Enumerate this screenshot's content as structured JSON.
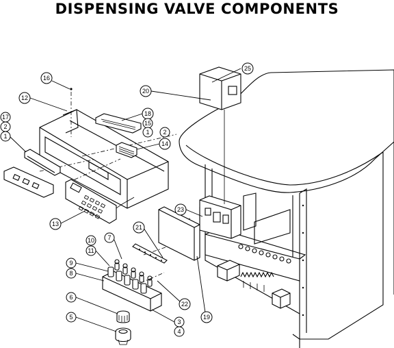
{
  "title": "DISPENSING VALVE COMPONENTS",
  "callouts": [
    {
      "label": "25"
    },
    {
      "label": "20"
    },
    {
      "label": "16"
    },
    {
      "label": "12"
    },
    {
      "label": "18"
    },
    {
      "label": "15"
    },
    {
      "label": "1"
    },
    {
      "label": "17"
    },
    {
      "label": "2"
    },
    {
      "label": "1"
    },
    {
      "label": "2"
    },
    {
      "label": "14"
    },
    {
      "label": "13"
    },
    {
      "label": "23"
    },
    {
      "label": "21"
    },
    {
      "label": "10"
    },
    {
      "label": "7"
    },
    {
      "label": "11"
    },
    {
      "label": "9"
    },
    {
      "label": "8"
    },
    {
      "label": "6"
    },
    {
      "label": "5"
    },
    {
      "label": "22"
    },
    {
      "label": "19"
    },
    {
      "label": "3"
    },
    {
      "label": "4"
    }
  ]
}
